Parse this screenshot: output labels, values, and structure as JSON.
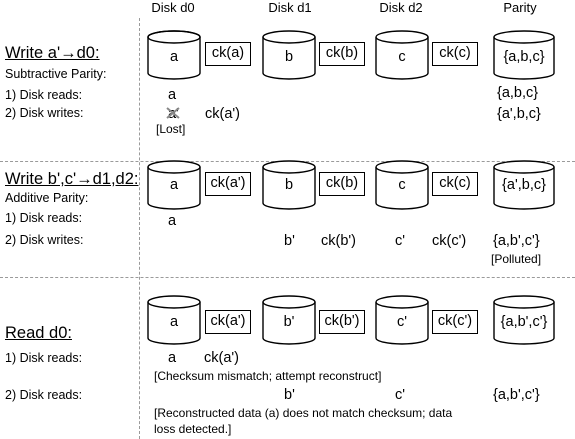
{
  "headers": {
    "d0": "Disk d0",
    "d1": "Disk d1",
    "d2": "Disk d2",
    "parity": "Parity"
  },
  "section1": {
    "title": "Write a'→d0:",
    "subtitle": "Subtractive Parity:",
    "reads_label": "1) Disk reads:",
    "writes_label": "2) Disk writes:",
    "disks": {
      "d0": "a",
      "ck0": "ck(a)",
      "d1": "b",
      "ck1": "ck(b)",
      "d2": "c",
      "ck2": "ck(c)",
      "parity": "{a,b,c}"
    },
    "reads": {
      "d0": "a",
      "parity": "{a,b,c}"
    },
    "writes": {
      "d0": "a'",
      "d0ck": "ck(a')",
      "parity": "{a',b,c}"
    },
    "lost": "[Lost]"
  },
  "section2": {
    "title": "Write b',c'→d1,d2:",
    "subtitle": "Additive Parity:",
    "reads_label": "1) Disk reads:",
    "writes_label": "2) Disk writes:",
    "disks": {
      "d0": "a",
      "ck0": "ck(a')",
      "d1": "b",
      "ck1": "ck(b)",
      "d2": "c",
      "ck2": "ck(c)",
      "parity": "{a',b,c}"
    },
    "reads": {
      "d0": "a"
    },
    "writes": {
      "d1": "b'",
      "ck1": "ck(b')",
      "d2": "c'",
      "ck2": "ck(c')",
      "parity": "{a,b',c'}"
    },
    "polluted": "[Polluted]"
  },
  "section3": {
    "title": "Read d0:",
    "reads1_label": "1) Disk reads:",
    "reads2_label": "2) Disk reads:",
    "disks": {
      "d0": "a",
      "ck0": "ck(a')",
      "d1": "b'",
      "ck1": "ck(b')",
      "d2": "c'",
      "ck2": "ck(c')",
      "parity": "{a,b',c'}"
    },
    "reads1": {
      "d0": "a",
      "ck0": "ck(a')"
    },
    "note1": "[Checksum mismatch; attempt reconstruct]",
    "reads2": {
      "d1": "b'",
      "d2": "c'",
      "parity": "{a,b',c'}"
    },
    "note2_line1": "[Reconstructed data (a) does not match checksum; data",
    "note2_line2": "loss detected.]"
  }
}
